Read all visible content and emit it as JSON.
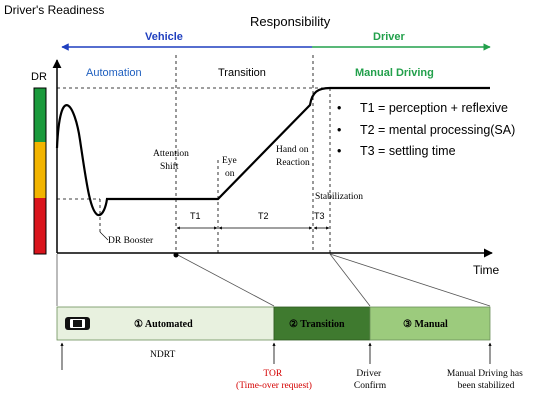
{
  "title": "Driver's Readiness",
  "responsibility_label": "Responsibility",
  "vehicle_label": "Vehicle",
  "driver_label": "Driver",
  "dr_label": "DR",
  "automation_label": "Automation",
  "transition_label": "Transition",
  "manual_driving_label": "Manual Driving",
  "attention_shift": [
    "Attention",
    "Shift"
  ],
  "eye_on": [
    "Eye",
    "on"
  ],
  "hand_on_reaction": [
    "Hand on",
    "Reaction"
  ],
  "stabilization_label": "Stabilization",
  "dr_booster_label": "DR Booster",
  "t1_label": "T1",
  "t2_label": "T2",
  "t3_label": "T3",
  "time_label": "Time",
  "legend": [
    "T1 = perception + reflexive",
    "T2 = mental processing(SA)",
    "T3 = settling time"
  ],
  "phases": {
    "automated": "① Automated",
    "transition": "② Transition",
    "manual": "③ Manual"
  },
  "ndrt_label": "NDRT",
  "tor": [
    "TOR",
    "(Time-over request)"
  ],
  "driver_confirm": [
    "Driver",
    "Confirm"
  ],
  "manual_stabilized": [
    "Manual Driving has",
    "been stabilized"
  ],
  "colors": {
    "vehicle_blue": "#1f3fbf",
    "driver_green": "#22a04b",
    "automation_blue": "#1f5fbf",
    "dr_green": "#1a9a3c",
    "dr_yellow": "#f2b400",
    "dr_red": "#d9141c",
    "automated_fill": "#e8f1df",
    "transition_fill": "#3f7a2f",
    "manual_fill": "#9ccb7d",
    "tor_red": "#d40000"
  }
}
